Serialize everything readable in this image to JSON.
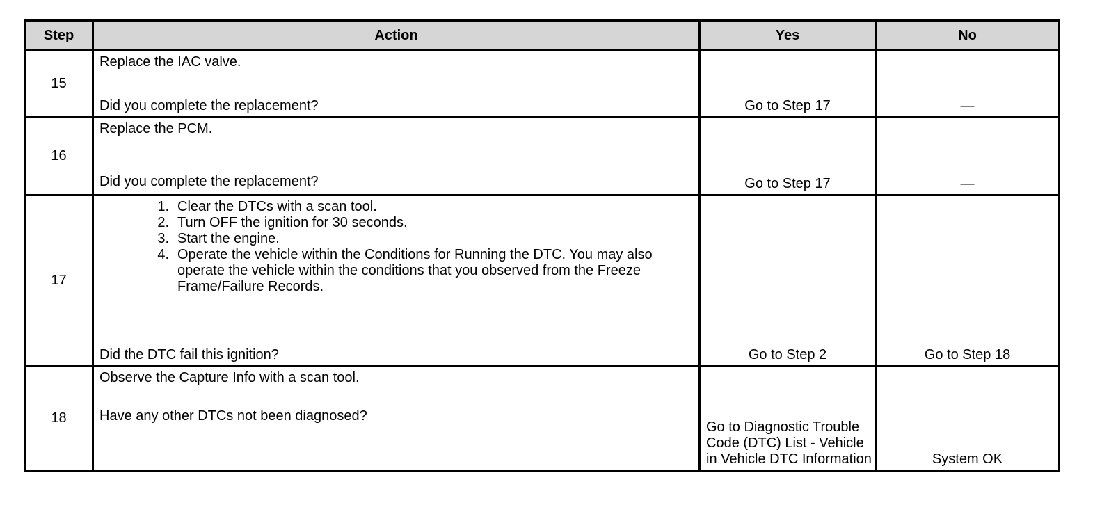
{
  "headers": {
    "step": "Step",
    "action": "Action",
    "yes": "Yes",
    "no": "No"
  },
  "rows": [
    {
      "step": "15",
      "instruction": "Replace the IAC valve.",
      "question": "Did you complete the replacement?",
      "yes": "Go to Step 17",
      "no": "—"
    },
    {
      "step": "16",
      "instruction": "Replace the PCM.",
      "question": "Did you complete the replacement?",
      "yes": "Go to Step 17",
      "no": "—"
    },
    {
      "step": "17",
      "list": [
        "Clear the DTCs with a scan tool.",
        "Turn OFF the ignition for 30 seconds.",
        "Start the engine.",
        "Operate the vehicle within the Conditions for Running the DTC. You may also operate the vehicle within the conditions that you observed from the Freeze Frame/Failure Records."
      ],
      "question": "Did the DTC fail this ignition?",
      "yes": "Go to Step 2",
      "no": "Go to Step 18"
    },
    {
      "step": "18",
      "instruction": "Observe the Capture Info with a scan tool.",
      "question": "Have any other DTCs not been diagnosed?",
      "yes": "Go to Diagnostic Trouble Code (DTC) List - Vehicle in Vehicle DTC Information",
      "no": "System OK"
    }
  ]
}
